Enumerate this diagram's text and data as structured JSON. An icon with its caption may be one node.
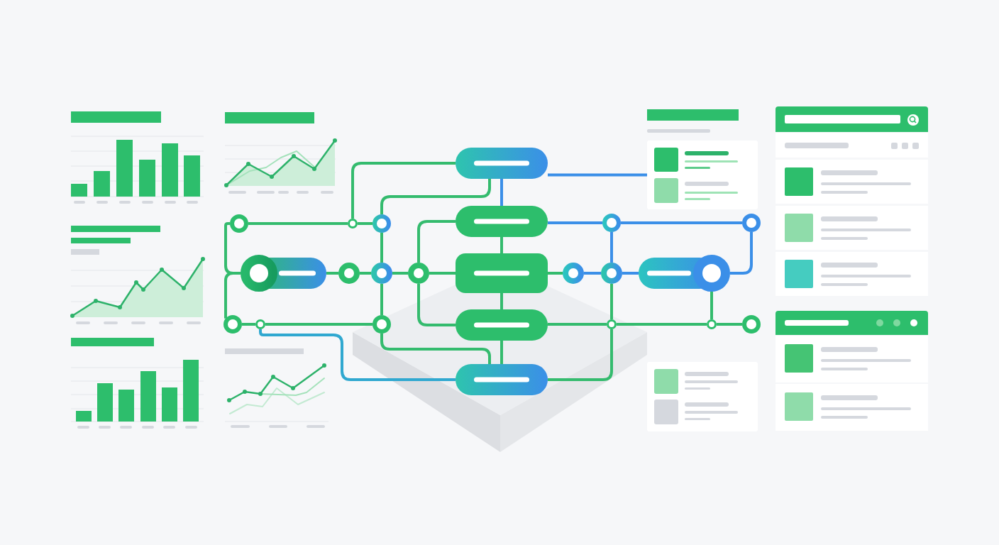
{
  "diagram": {
    "nodes": [
      {
        "text": [],
        "shape": "box"
      },
      {
        "text": [],
        "shape": "box"
      },
      {
        "text": [],
        "shape": "box"
      },
      {
        "text": [],
        "shape": "circle"
      },
      {
        "text": [],
        "shape": "circle"
      },
      {
        "text": [],
        "shape": "circle"
      },
      {
        "text": [],
        "shape": "circle"
      },
      {
        "text": [],
        "shape": "circle"
      },
      {
        "text": [],
        "shape": "box"
      },
      {
        "text": [],
        "shape": "circle"
      },
      {
        "text": [],
        "shape": "circle"
      },
      {
        "text": [],
        "shape": "circle"
      },
      {
        "text": [],
        "shape": "box"
      },
      {
        "text": [],
        "shape": "circle"
      },
      {
        "text": [],
        "shape": "circle"
      },
      {
        "text": [],
        "shape": "box"
      },
      {
        "text": [],
        "shape": "circle"
      },
      {
        "text": [],
        "shape": "circle"
      },
      {
        "text": [],
        "shape": "circle"
      },
      {
        "text": [],
        "shape": "box"
      },
      {
        "text": [],
        "shape": "circle"
      },
      {
        "text": [],
        "shape": "circle"
      },
      {
        "text": [],
        "shape": "circle"
      },
      {
        "text": [],
        "shape": "box"
      },
      {
        "text": [],
        "shape": "box"
      }
    ],
    "edges": [
      {
        "from": 3,
        "to": 8,
        "arrow": "none"
      },
      {
        "from": 8,
        "to": 16,
        "arrow": "none"
      },
      {
        "from": 3,
        "to": 4,
        "arrow": "none"
      },
      {
        "from": 4,
        "to": 5,
        "arrow": "none"
      },
      {
        "from": 4,
        "to": 0,
        "arrow": "none"
      },
      {
        "from": 5,
        "to": 0,
        "arrow": "none"
      },
      {
        "from": 5,
        "to": 10,
        "arrow": "none"
      },
      {
        "from": 10,
        "to": 18,
        "arrow": "none"
      },
      {
        "from": 8,
        "to": 9,
        "arrow": "none"
      },
      {
        "from": 9,
        "to": 10,
        "arrow": "none"
      },
      {
        "from": 10,
        "to": 11,
        "arrow": "none"
      },
      {
        "from": 11,
        "to": 12,
        "arrow": "none"
      },
      {
        "from": 11,
        "to": 2,
        "arrow": "none"
      },
      {
        "from": 11,
        "to": 19,
        "arrow": "none"
      },
      {
        "from": 16,
        "to": 17,
        "arrow": "none"
      },
      {
        "from": 17,
        "to": 18,
        "arrow": "none"
      },
      {
        "from": 17,
        "to": 23,
        "arrow": "none",
        "color": "#30a8d0"
      },
      {
        "from": 18,
        "to": 23,
        "arrow": "none"
      },
      {
        "from": 0,
        "to": 2,
        "arrow": "none",
        "color": "#3b8fe8"
      },
      {
        "from": 2,
        "to": 12,
        "arrow": "none"
      },
      {
        "from": 12,
        "to": 19,
        "arrow": "none"
      },
      {
        "from": 19,
        "to": 23,
        "arrow": "none"
      },
      {
        "from": 0,
        "to": 1,
        "arrow": "none",
        "color": "#3b8fe8"
      },
      {
        "from": 2,
        "to": 6,
        "arrow": "none",
        "color": "#3b8fe8"
      },
      {
        "from": 6,
        "to": 7,
        "arrow": "none",
        "color": "#3b8fe8"
      },
      {
        "from": 7,
        "to": 15,
        "arrow": "none",
        "color": "#3b8fe8"
      },
      {
        "from": 6,
        "to": 14,
        "arrow": "none",
        "color": "#3b8fe8"
      },
      {
        "from": 12,
        "to": 13,
        "arrow": "none"
      },
      {
        "from": 13,
        "to": 14,
        "arrow": "none",
        "color": "#3b8fe8"
      },
      {
        "from": 14,
        "to": 15,
        "arrow": "none",
        "color": "#3b8fe8"
      },
      {
        "from": 14,
        "to": 20,
        "arrow": "none"
      },
      {
        "from": 19,
        "to": 20,
        "arrow": "none"
      },
      {
        "from": 20,
        "to": 23,
        "arrow": "none"
      },
      {
        "from": 20,
        "to": 21,
        "arrow": "none"
      },
      {
        "from": 21,
        "to": 22,
        "arrow": "none"
      },
      {
        "from": 15,
        "to": 21,
        "arrow": "none"
      }
    ]
  }
}
